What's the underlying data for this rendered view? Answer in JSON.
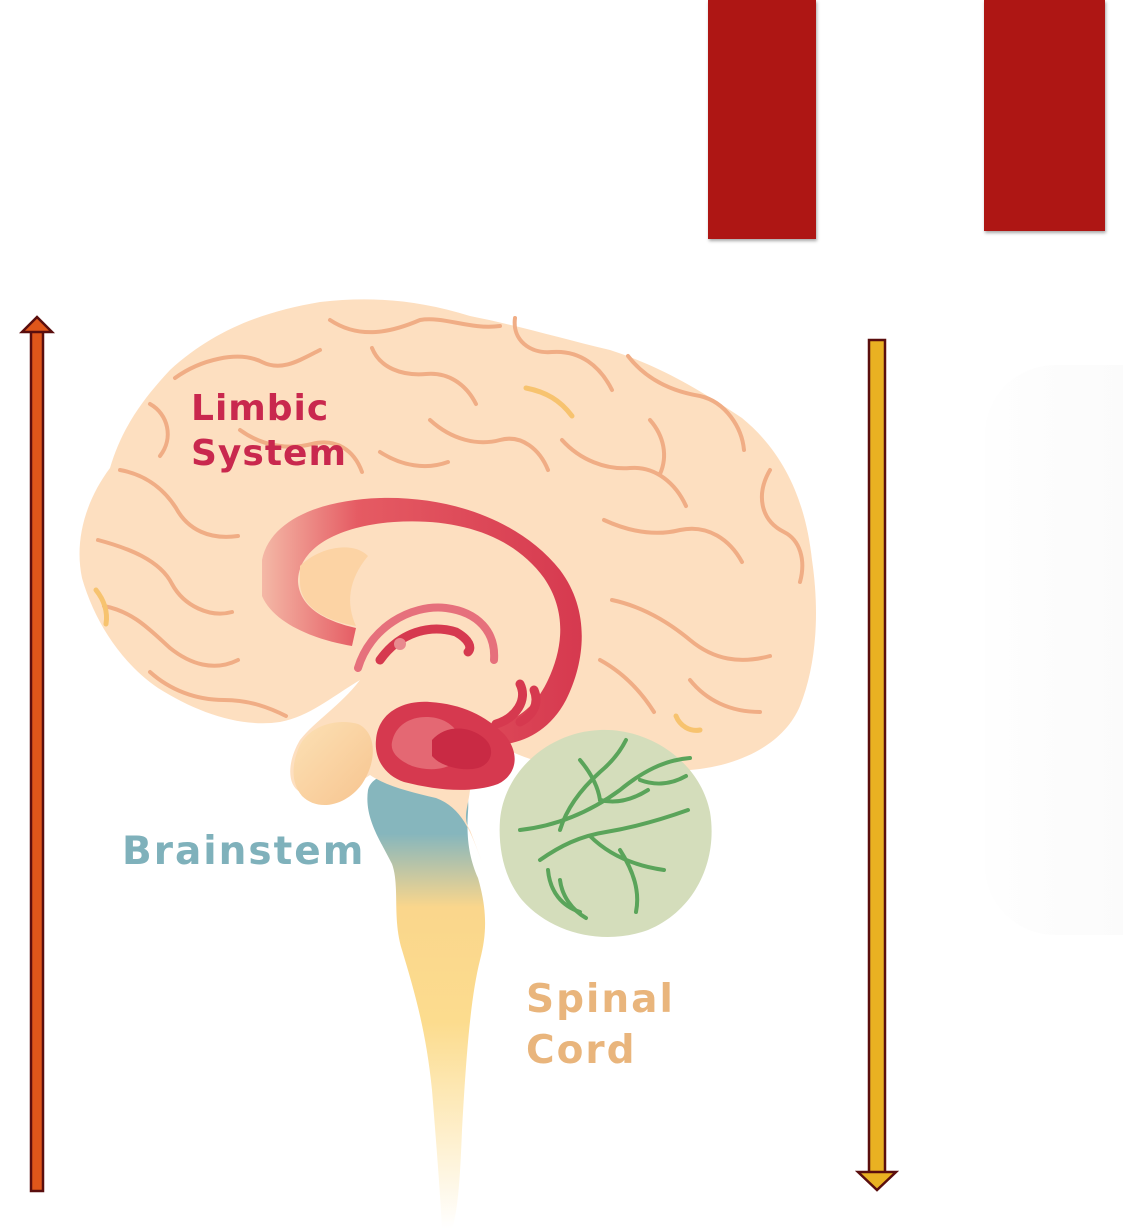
{
  "labels": {
    "limbic": [
      "Limbic",
      "System"
    ],
    "brainstem": "Brainstem",
    "spinal": [
      "Spinal",
      "Cord"
    ]
  },
  "colors": {
    "block": "#ae1614",
    "limbic_text": "#c9284e",
    "brainstem_text": "#7fb1bb",
    "spinal_text": "#e9b57c",
    "cortex": "#fddfc0",
    "cortex_folds": "#f0ad85",
    "limbic_structure": "#d6394f",
    "cerebellum": "#d4ddbb",
    "cerebellum_veins": "#5aa45a",
    "brainstem": "#86b6bd",
    "spinal_cord": "#fbd98a",
    "arrow_up": "#e0561a",
    "arrow_down": "#e9b122",
    "arrow_outline": "#5a0e0e"
  },
  "arrows": {
    "left": "upward",
    "right": "downward"
  }
}
